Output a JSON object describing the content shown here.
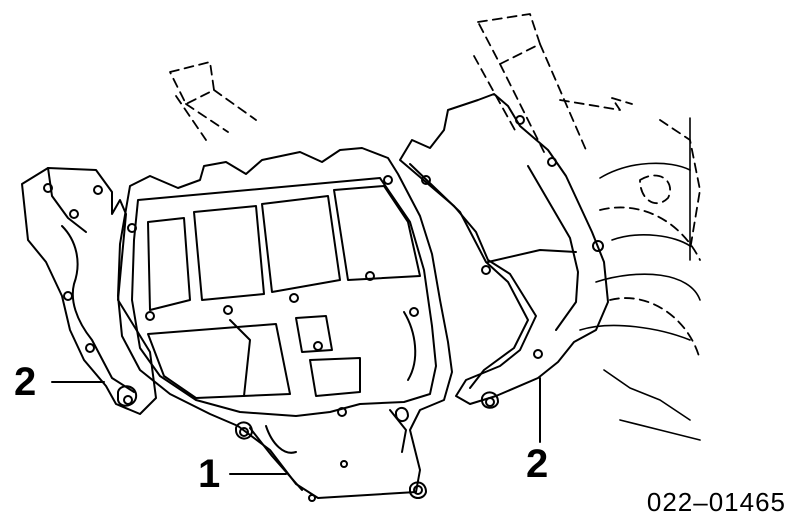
{
  "diagram": {
    "callouts": [
      {
        "id": "2-left",
        "text": "2"
      },
      {
        "id": "1",
        "text": "1"
      },
      {
        "id": "2-right",
        "text": "2"
      }
    ],
    "part_number": "022–01465"
  }
}
